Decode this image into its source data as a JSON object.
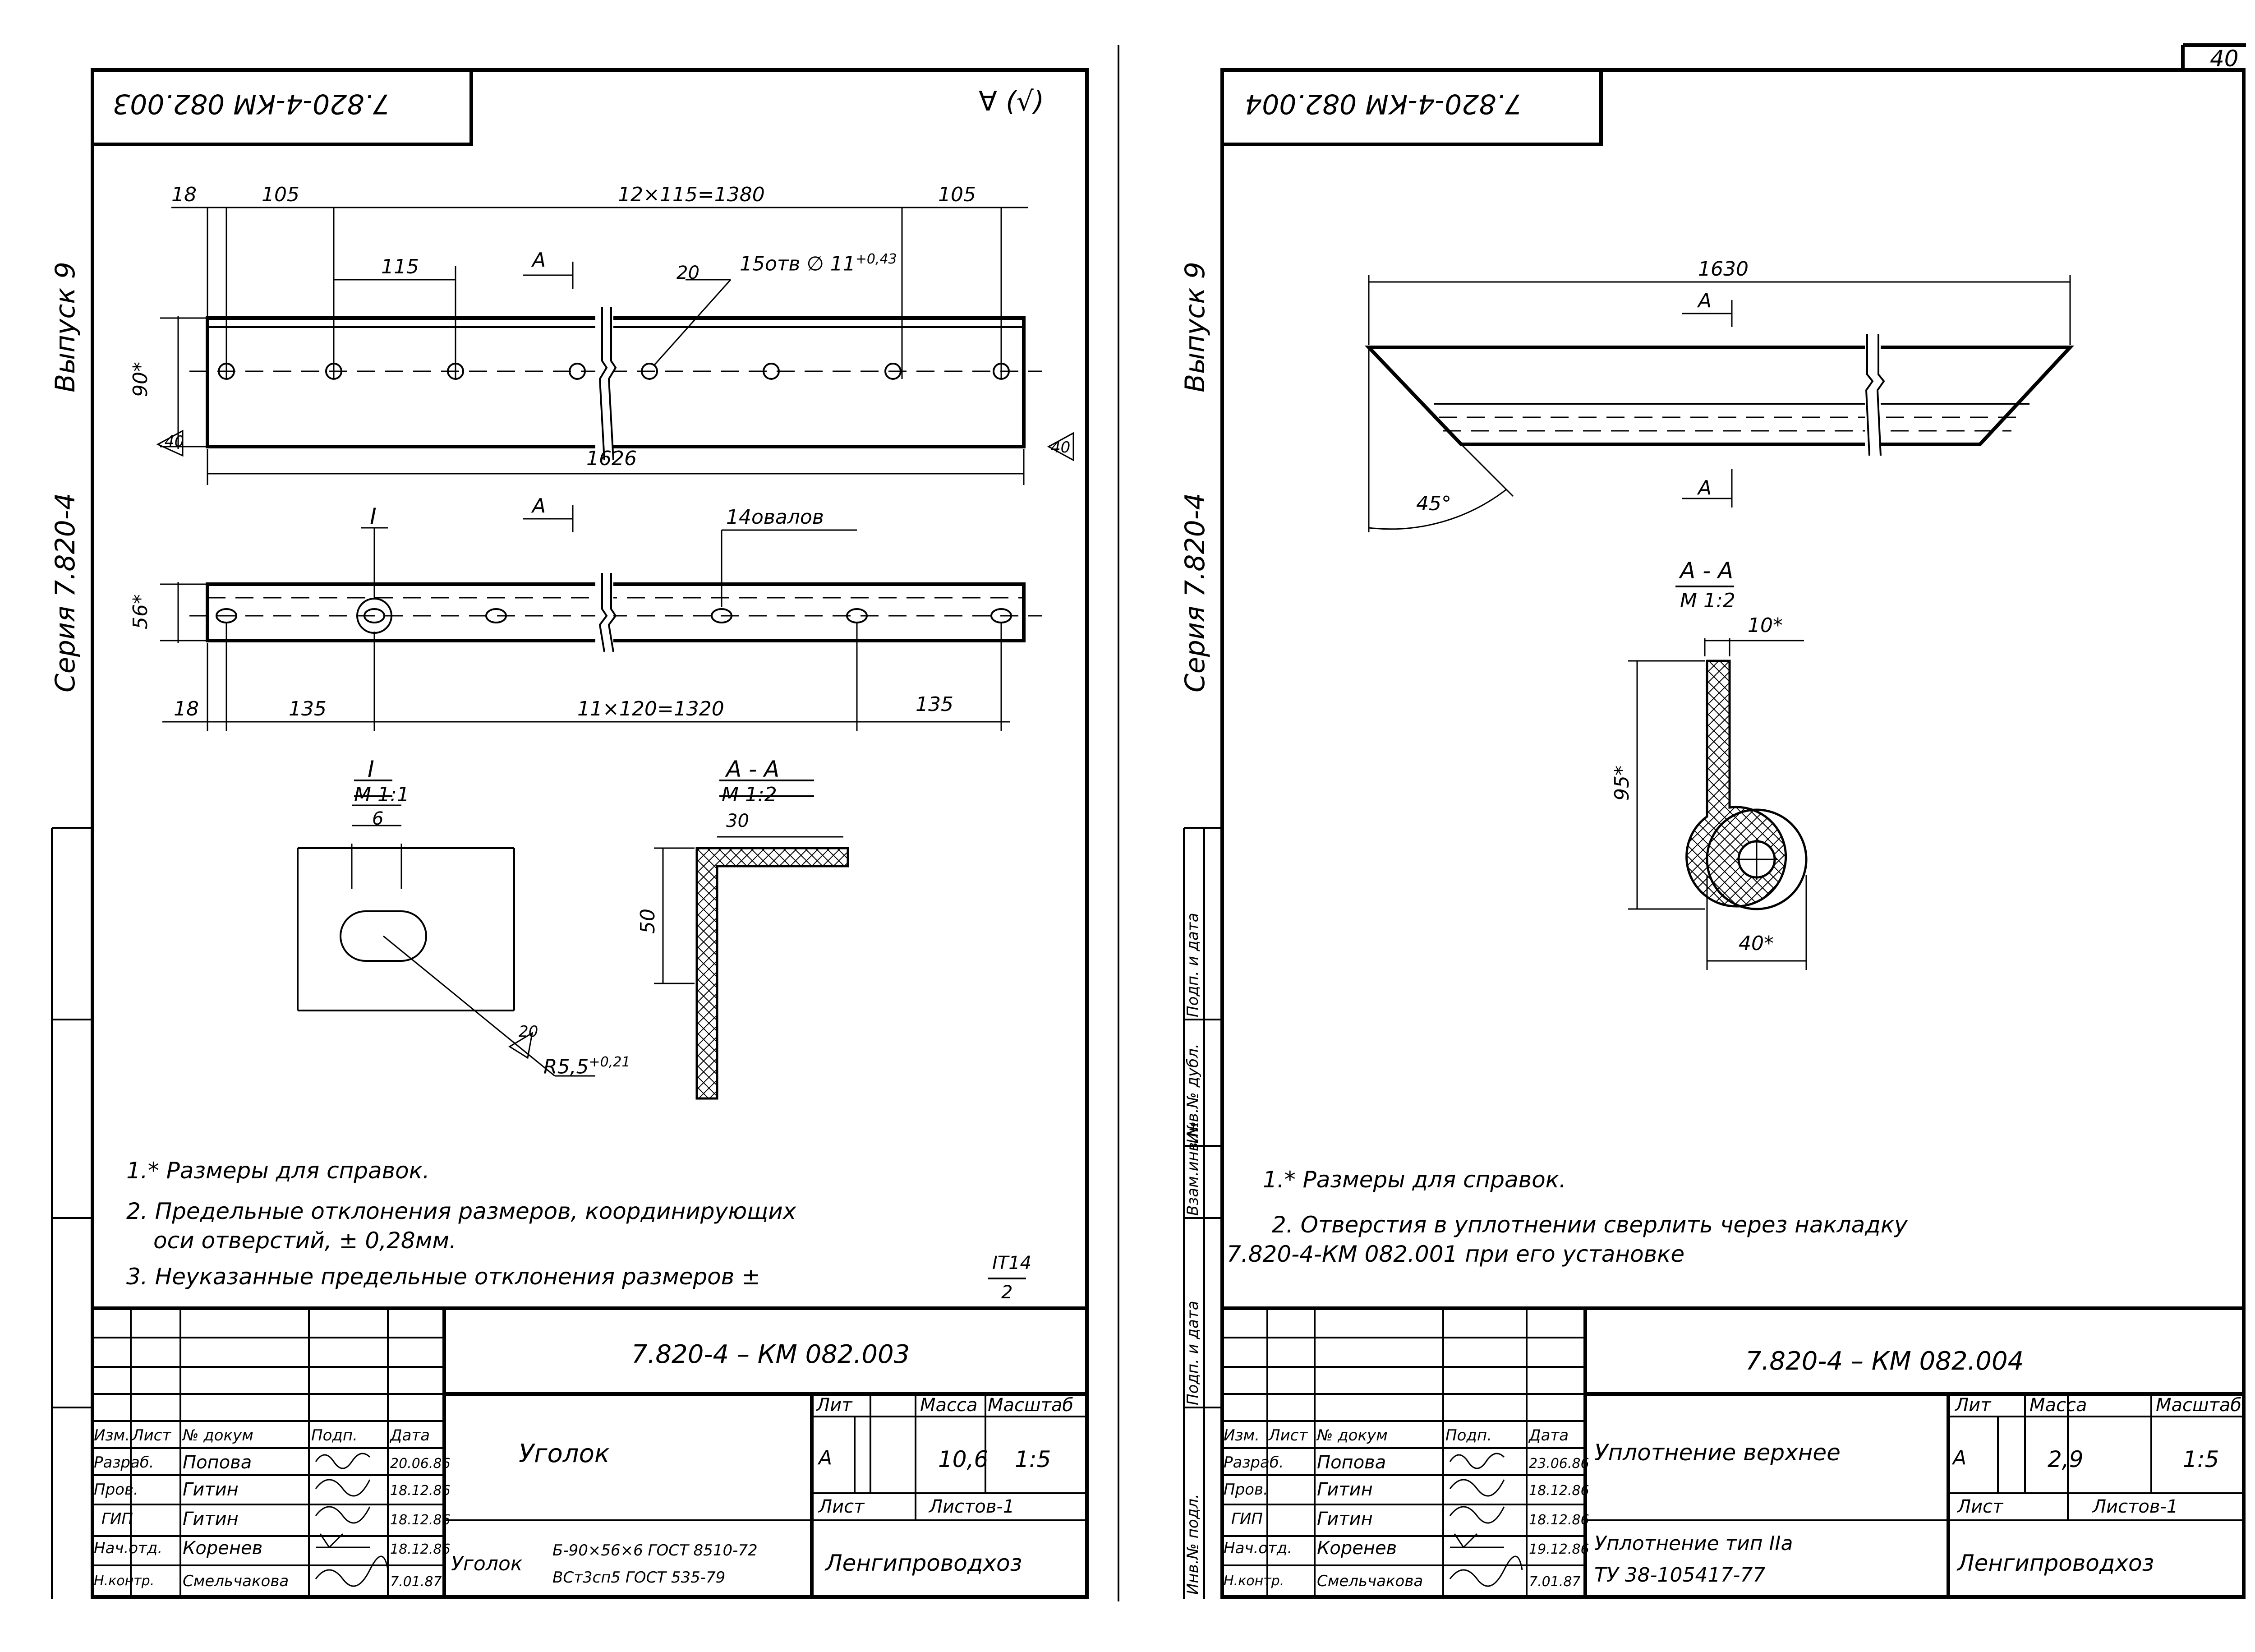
{
  "page_number": "40",
  "left": {
    "mirrored_code": "7.820-4-КМ 082.003",
    "roughness_mark": "∀ (√)",
    "side_series": "Серия 7.820-4",
    "side_issue": "Выпуск 9",
    "dims": {
      "d18a": "18",
      "d105a": "105",
      "d12x115": "12×115=1380",
      "d105b": "105",
      "d115": "115",
      "secA": "А",
      "w20": "20",
      "holes": "15отв ∅ 11",
      "holes_tol": "+0,43",
      "h90": "90*",
      "weld40a": "40",
      "l1626": "1626",
      "weld40b": "40",
      "callout1": "I",
      "ovals": "14овалов",
      "h56": "56*",
      "d18b": "18",
      "d135a": "135",
      "d11x120": "11×120=1320",
      "d135b": "135"
    },
    "detail1": {
      "title": "I",
      "scale": "М 1:1",
      "w6": "6",
      "w20": "20",
      "r": "R5,5",
      "r_tol": "+0,21"
    },
    "sectionAA": {
      "title": "А - А",
      "scale": "М 1:2",
      "w30": "30",
      "h50": "50"
    },
    "notes": [
      "1.* Размеры для справок.",
      "2. Предельные отклонения размеров, координирующих",
      "оси отверстий, ± 0,28мм.",
      "3. Неуказанные предельные отклонения размеров ±"
    ],
    "note3_frac_top": "IT14",
    "note3_frac_bottom": "2",
    "title_block": {
      "doc_code": "7.820-4 – КМ 082.003",
      "heads": [
        "Изм.",
        "Лист",
        "№ докум",
        "Подп.",
        "Дата"
      ],
      "rows": [
        [
          "Разраб.",
          "Попова",
          "20.06.86"
        ],
        [
          "Пров.",
          "Гитин",
          "18.12.86"
        ],
        [
          "ГИП",
          "Гитин",
          "18.12.86"
        ],
        [
          "Нач.отд.",
          "Коренев",
          "18.12.86"
        ],
        [
          "Н.контр.",
          "Смельчакова",
          "7.01.87"
        ]
      ],
      "name": "Уголок",
      "lit_h": "Лит",
      "mass_h": "Масса",
      "scale_h": "Масштаб",
      "lit": "А",
      "mass": "10,6",
      "scale": "1:5",
      "sheet_h": "Лист",
      "sheets_h": "Листов-1",
      "material_prefix": "Уголок",
      "material_top": "Б-90×56×6 ГОСТ 8510-72",
      "material_bottom": "ВСт3сп5 ГОСТ 535-79",
      "org": "Ленгипроводхоз"
    }
  },
  "right": {
    "mirrored_code": "7.820-4-КМ 082.004",
    "side_series": "Серия 7.820-4",
    "side_issue": "Выпуск 9",
    "binding_strip": [
      "Инв.№ подл.",
      "Подп. и дата",
      "Взам.инв.№",
      "Инв.№ дубл.",
      "Подп. и дата"
    ],
    "dims": {
      "l1630": "1630",
      "secA": "А",
      "angle": "45°"
    },
    "sectionAA": {
      "title": "А - А",
      "scale": "М 1:2",
      "w10": "10*",
      "h95": "95*",
      "w40": "40*"
    },
    "notes": [
      "1.* Размеры для справок.",
      "2. Отверстия в уплотнении сверлить через накладку",
      "7.820-4-КМ 082.001 при его установке"
    ],
    "title_block": {
      "doc_code": "7.820-4 – КМ 082.004",
      "heads": [
        "Изм.",
        "Лист",
        "№ докум",
        "Подп.",
        "Дата"
      ],
      "rows": [
        [
          "Разраб.",
          "Попова",
          "23.06.86"
        ],
        [
          "Пров.",
          "Гитин",
          "18.12.86"
        ],
        [
          "ГИП",
          "Гитин",
          "18.12.86"
        ],
        [
          "Нач.отд.",
          "Коренев",
          "19.12.86"
        ],
        [
          "Н.контр.",
          "Смельчакова",
          "7.01.87"
        ]
      ],
      "name": "Уплотнение верхнее",
      "lit_h": "Лит",
      "mass_h": "Масса",
      "scale_h": "Масштаб",
      "lit": "А",
      "mass": "2,9",
      "scale": "1:5",
      "sheet_h": "Лист",
      "sheets_h": "Листов-1",
      "material_top": "Уплотнение тип IIа",
      "material_bottom": "ТУ 38-105417-77",
      "org": "Ленгипроводхоз"
    }
  }
}
